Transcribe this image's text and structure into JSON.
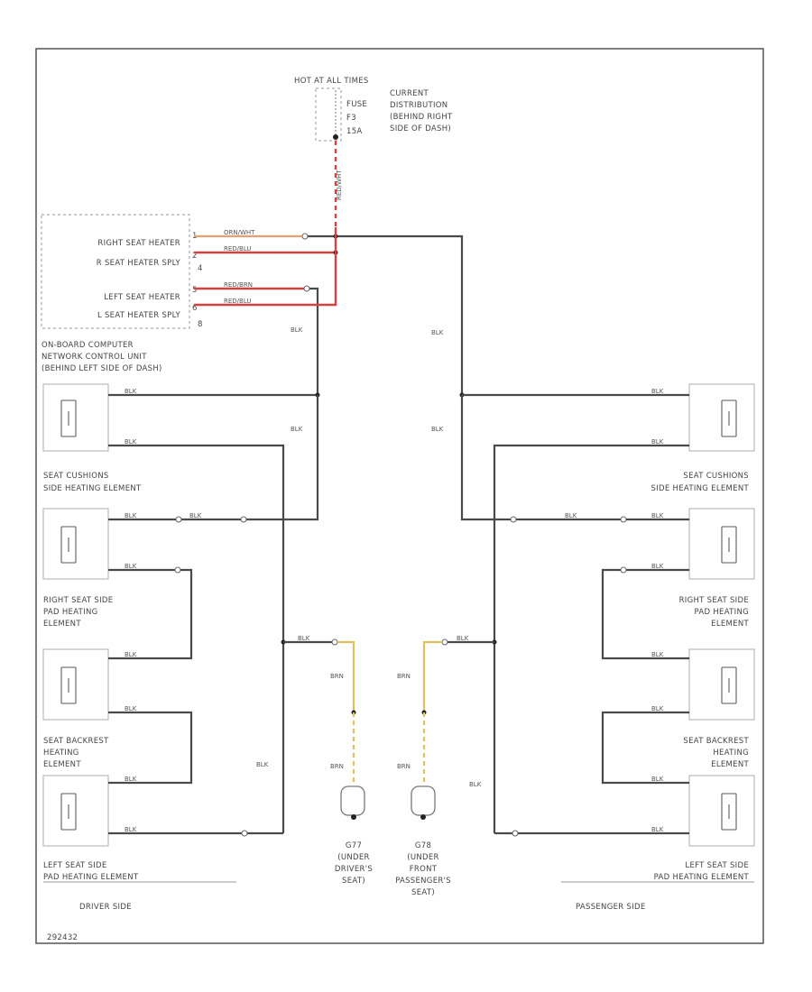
{
  "fuse_block": {
    "title": "HOT AT ALL TIMES",
    "fuse_lines": [
      "FUSE",
      "F3",
      "15A"
    ],
    "location_lines": [
      "CURRENT",
      "DISTRIBUTION",
      "(BEHIND RIGHT",
      "SIDE OF DASH)"
    ]
  },
  "control_unit": {
    "pins": [
      {
        "label": "RIGHT SEAT HEATER",
        "pin": "1"
      },
      {
        "label": "R SEAT HEATER SPLY",
        "pin": "2"
      },
      {
        "label": "",
        "pin": "4"
      },
      {
        "label": "LEFT SEAT HEATER",
        "pin": "5"
      },
      {
        "label": "L SEAT HEATER SPLY",
        "pin": "6"
      },
      {
        "label": "",
        "pin": "8"
      }
    ],
    "name_lines": [
      "ON-BOARD COMPUTER",
      "NETWORK CONTROL UNIT",
      "(BEHIND LEFT SIDE OF DASH)"
    ]
  },
  "wires": {
    "fuse_feed": "RED/WHT",
    "supply": "RED/BLU",
    "heater_out": "RED/BRN",
    "black": "BLK",
    "ground": "BRN",
    "signal": "ORN/WHT"
  },
  "left_side": {
    "elements": [
      {
        "lines": [
          "SEAT CUSHIONS",
          "SIDE HEATING ELEMENT"
        ]
      },
      {
        "lines": [
          "RIGHT SEAT SIDE",
          "PAD HEATING",
          "ELEMENT"
        ]
      },
      {
        "lines": [
          "SEAT BACKREST",
          "HEATING",
          "ELEMENT"
        ]
      },
      {
        "lines": [
          "LEFT SEAT SIDE",
          "PAD HEATING ELEMENT"
        ]
      }
    ],
    "side_label": "DRIVER SIDE"
  },
  "right_side": {
    "elements": [
      {
        "lines": [
          "SEAT CUSHIONS",
          "SIDE HEATING ELEMENT"
        ]
      },
      {
        "lines": [
          "RIGHT SEAT SIDE",
          "PAD HEATING",
          "ELEMENT"
        ]
      },
      {
        "lines": [
          "SEAT BACKREST",
          "HEATING",
          "ELEMENT"
        ]
      },
      {
        "lines": [
          "LEFT SEAT SIDE",
          "PAD HEATING ELEMENT"
        ]
      }
    ],
    "side_label": "PASSENGER SIDE"
  },
  "grounds": {
    "left": [
      "G77",
      "(UNDER",
      "DRIVER'S",
      "SEAT)"
    ],
    "right": [
      "G78",
      "(UNDER",
      "FRONT",
      "PASSENGER'S",
      "SEAT)"
    ]
  },
  "diagram_id": "292432"
}
